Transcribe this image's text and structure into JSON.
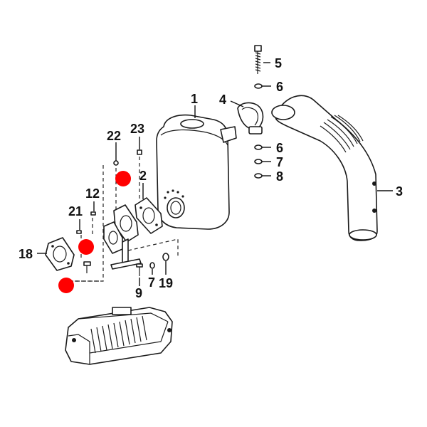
{
  "callouts": {
    "c1": "1",
    "c2": "2",
    "c3": "3",
    "c4": "4",
    "c5": "5",
    "c6a": "6",
    "c6b": "6",
    "c7a": "7",
    "c7b": "7",
    "c8": "8",
    "c9": "9",
    "c12": "12",
    "c18": "18",
    "c19": "19",
    "c21": "21",
    "c22": "22",
    "c23": "23"
  },
  "colors": {
    "line": "#1a1a1a",
    "marker": "#ff0000",
    "background": "#ffffff"
  },
  "markers": [
    "red-marker",
    "red-marker",
    "red-marker"
  ]
}
